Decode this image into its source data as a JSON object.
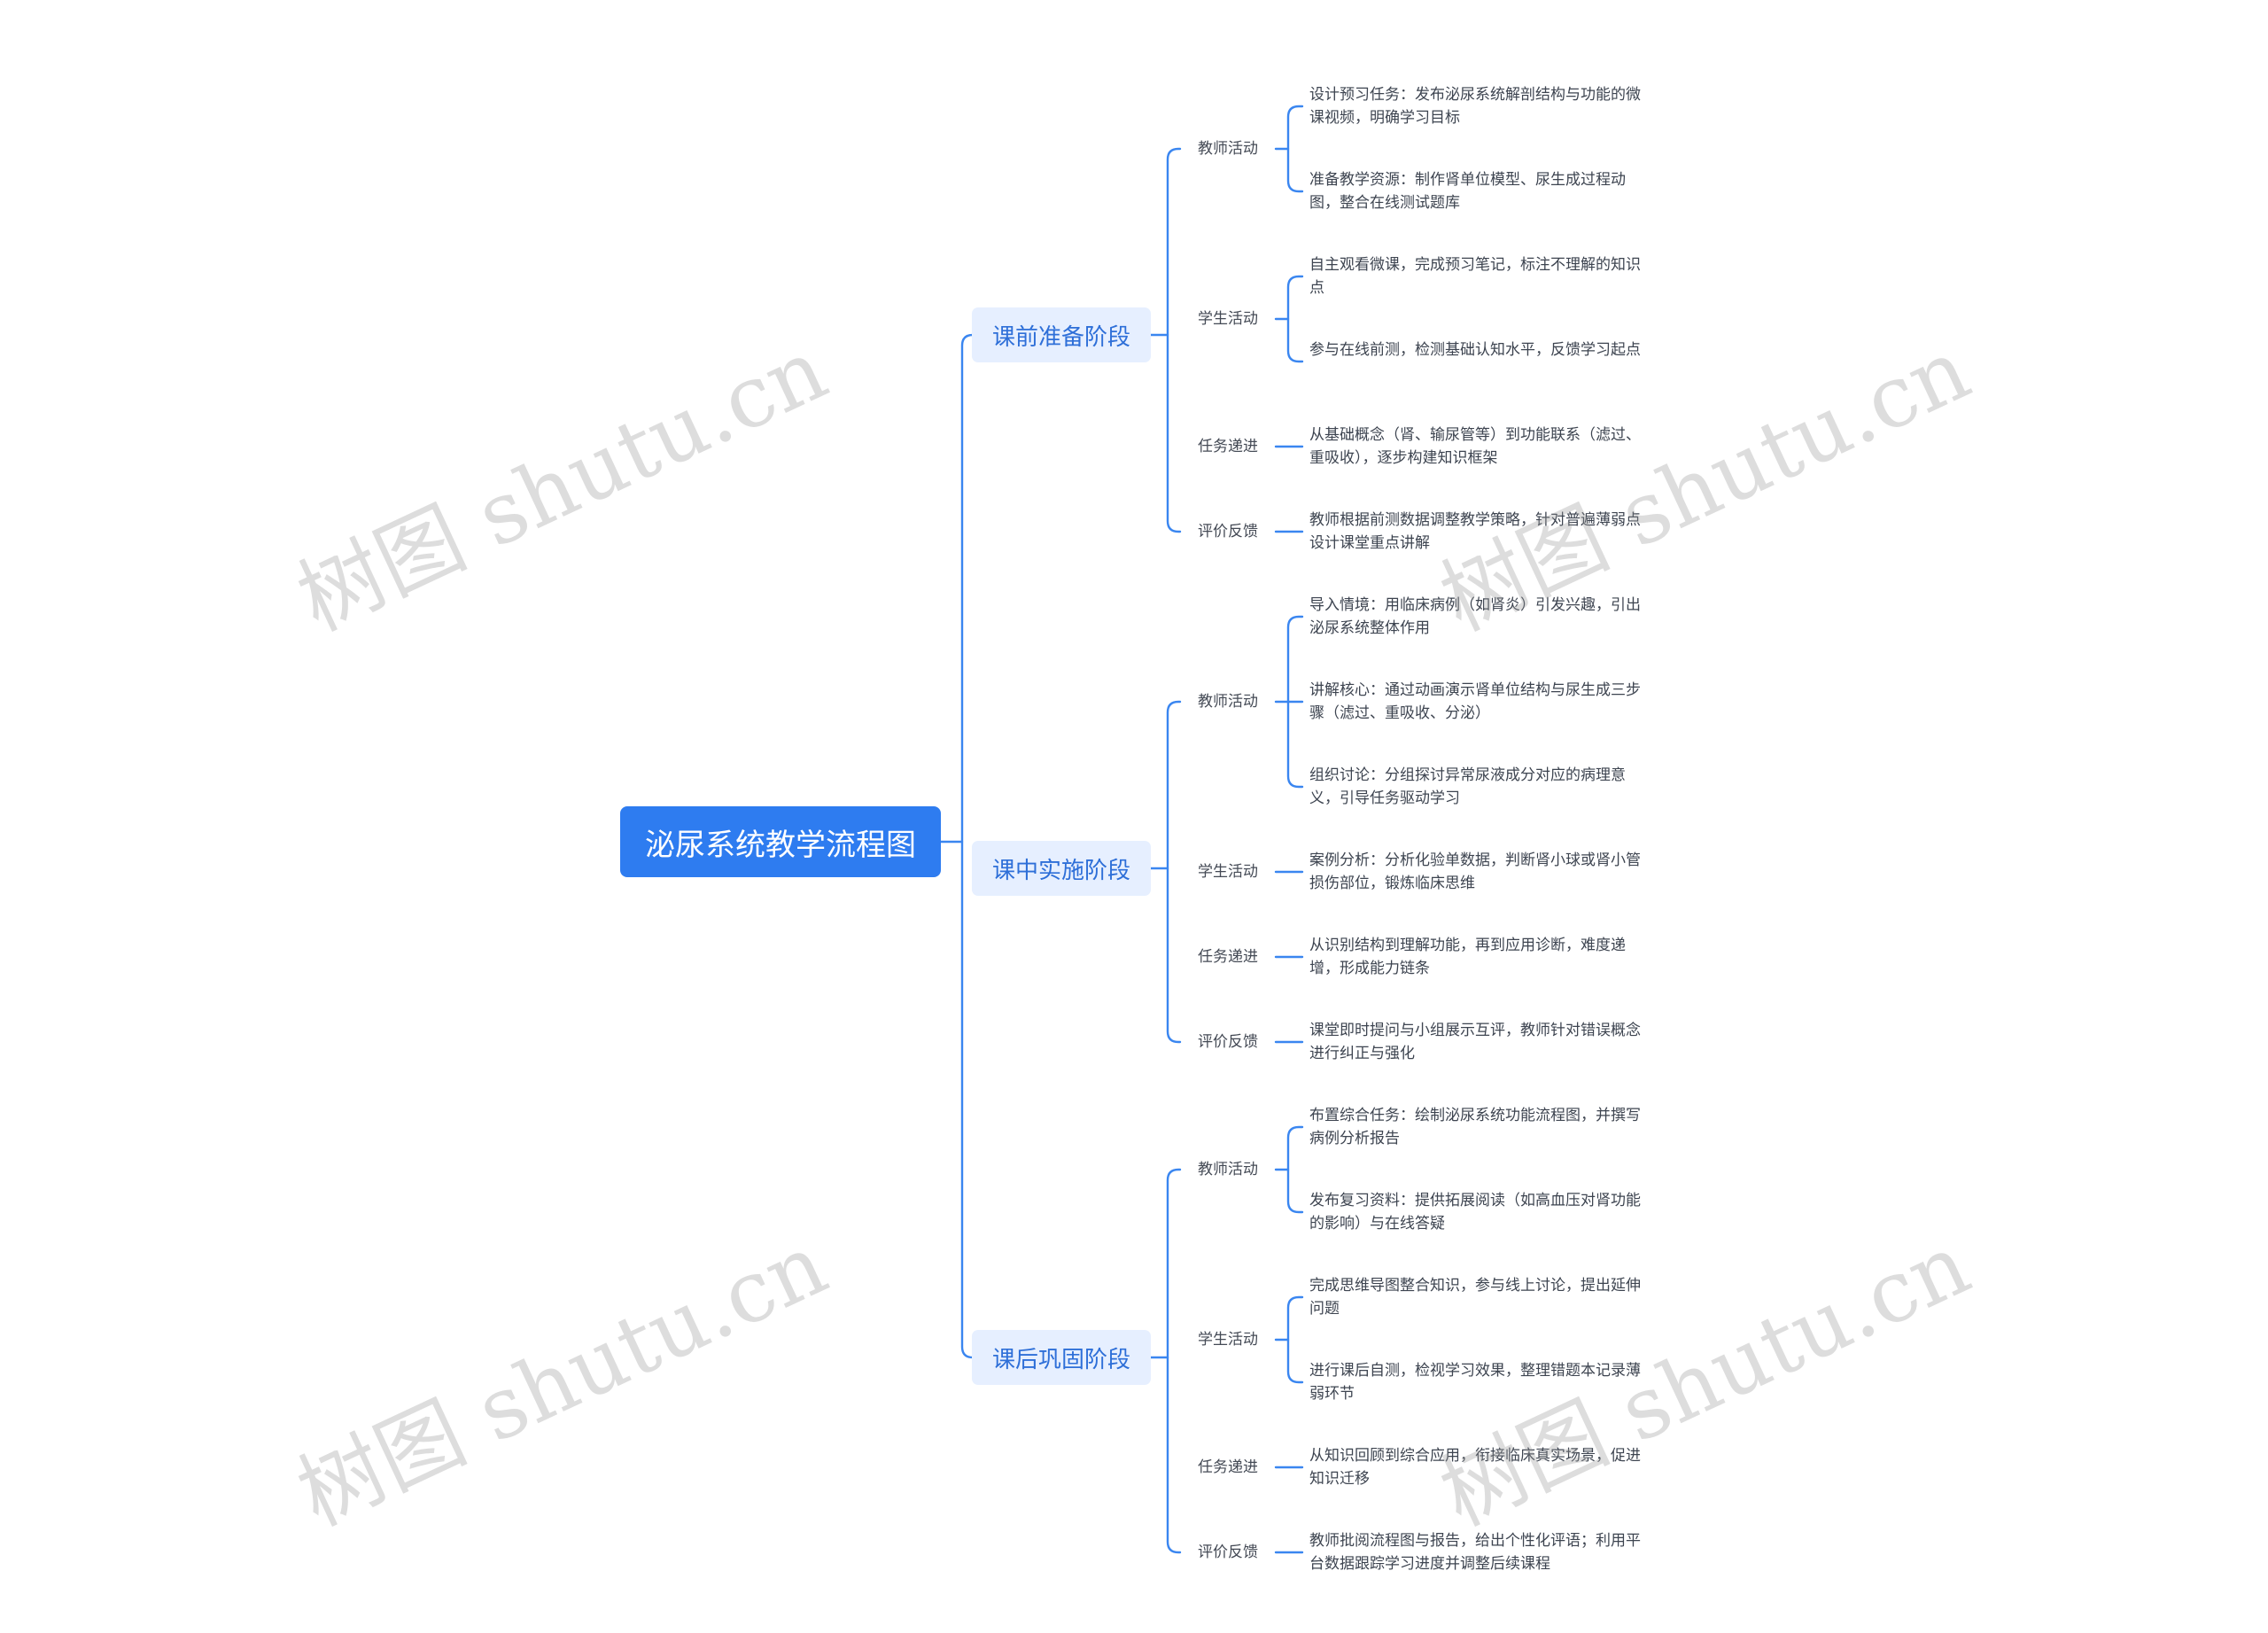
{
  "root": {
    "label": "泌尿系统教学流程图"
  },
  "stages": [
    {
      "label": "课前准备阶段",
      "groups": [
        {
          "label": "教师活动",
          "items": [
            "设计预习任务：发布泌尿系统解剖结构与功能的微课视频，明确学习目标",
            "准备教学资源：制作肾单位模型、尿生成过程动图，整合在线测试题库"
          ]
        },
        {
          "label": "学生活动",
          "items": [
            "自主观看微课，完成预习笔记，标注不理解的知识点",
            "参与在线前测，检测基础认知水平，反馈学习起点"
          ]
        },
        {
          "label": "任务递进",
          "items": [
            "从基础概念（肾、输尿管等）到功能联系（滤过、重吸收），逐步构建知识框架"
          ]
        },
        {
          "label": "评价反馈",
          "items": [
            "教师根据前测数据调整教学策略，针对普遍薄弱点设计课堂重点讲解"
          ]
        }
      ]
    },
    {
      "label": "课中实施阶段",
      "groups": [
        {
          "label": "教师活动",
          "items": [
            "导入情境：用临床病例（如肾炎）引发兴趣，引出泌尿系统整体作用",
            "讲解核心：通过动画演示肾单位结构与尿生成三步骤（滤过、重吸收、分泌）",
            "组织讨论：分组探讨异常尿液成分对应的病理意义，引导任务驱动学习"
          ]
        },
        {
          "label": "学生活动",
          "items": [
            "案例分析：分析化验单数据，判断肾小球或肾小管损伤部位，锻炼临床思维"
          ]
        },
        {
          "label": "任务递进",
          "items": [
            "从识别结构到理解功能，再到应用诊断，难度递增，形成能力链条"
          ]
        },
        {
          "label": "评价反馈",
          "items": [
            "课堂即时提问与小组展示互评，教师针对错误概念进行纠正与强化"
          ]
        }
      ]
    },
    {
      "label": "课后巩固阶段",
      "groups": [
        {
          "label": "教师活动",
          "items": [
            "布置综合任务：绘制泌尿系统功能流程图，并撰写病例分析报告",
            "发布复习资料：提供拓展阅读（如高血压对肾功能的影响）与在线答疑"
          ]
        },
        {
          "label": "学生活动",
          "items": [
            "完成思维导图整合知识，参与线上讨论，提出延伸问题",
            "进行课后自测，检视学习效果，整理错题本记录薄弱环节"
          ]
        },
        {
          "label": "任务递进",
          "items": [
            "从知识回顾到综合应用，衔接临床真实场景，促进知识迁移"
          ]
        },
        {
          "label": "评价反馈",
          "items": [
            "教师批阅流程图与报告，给出个性化评语；利用平台数据跟踪学习进度并调整后续课程"
          ]
        }
      ]
    }
  ],
  "watermark": "树图 shutu.cn",
  "colors": {
    "root": "#2e7cf0",
    "stage_bg": "#e6efff",
    "line": "#3a86f0"
  }
}
